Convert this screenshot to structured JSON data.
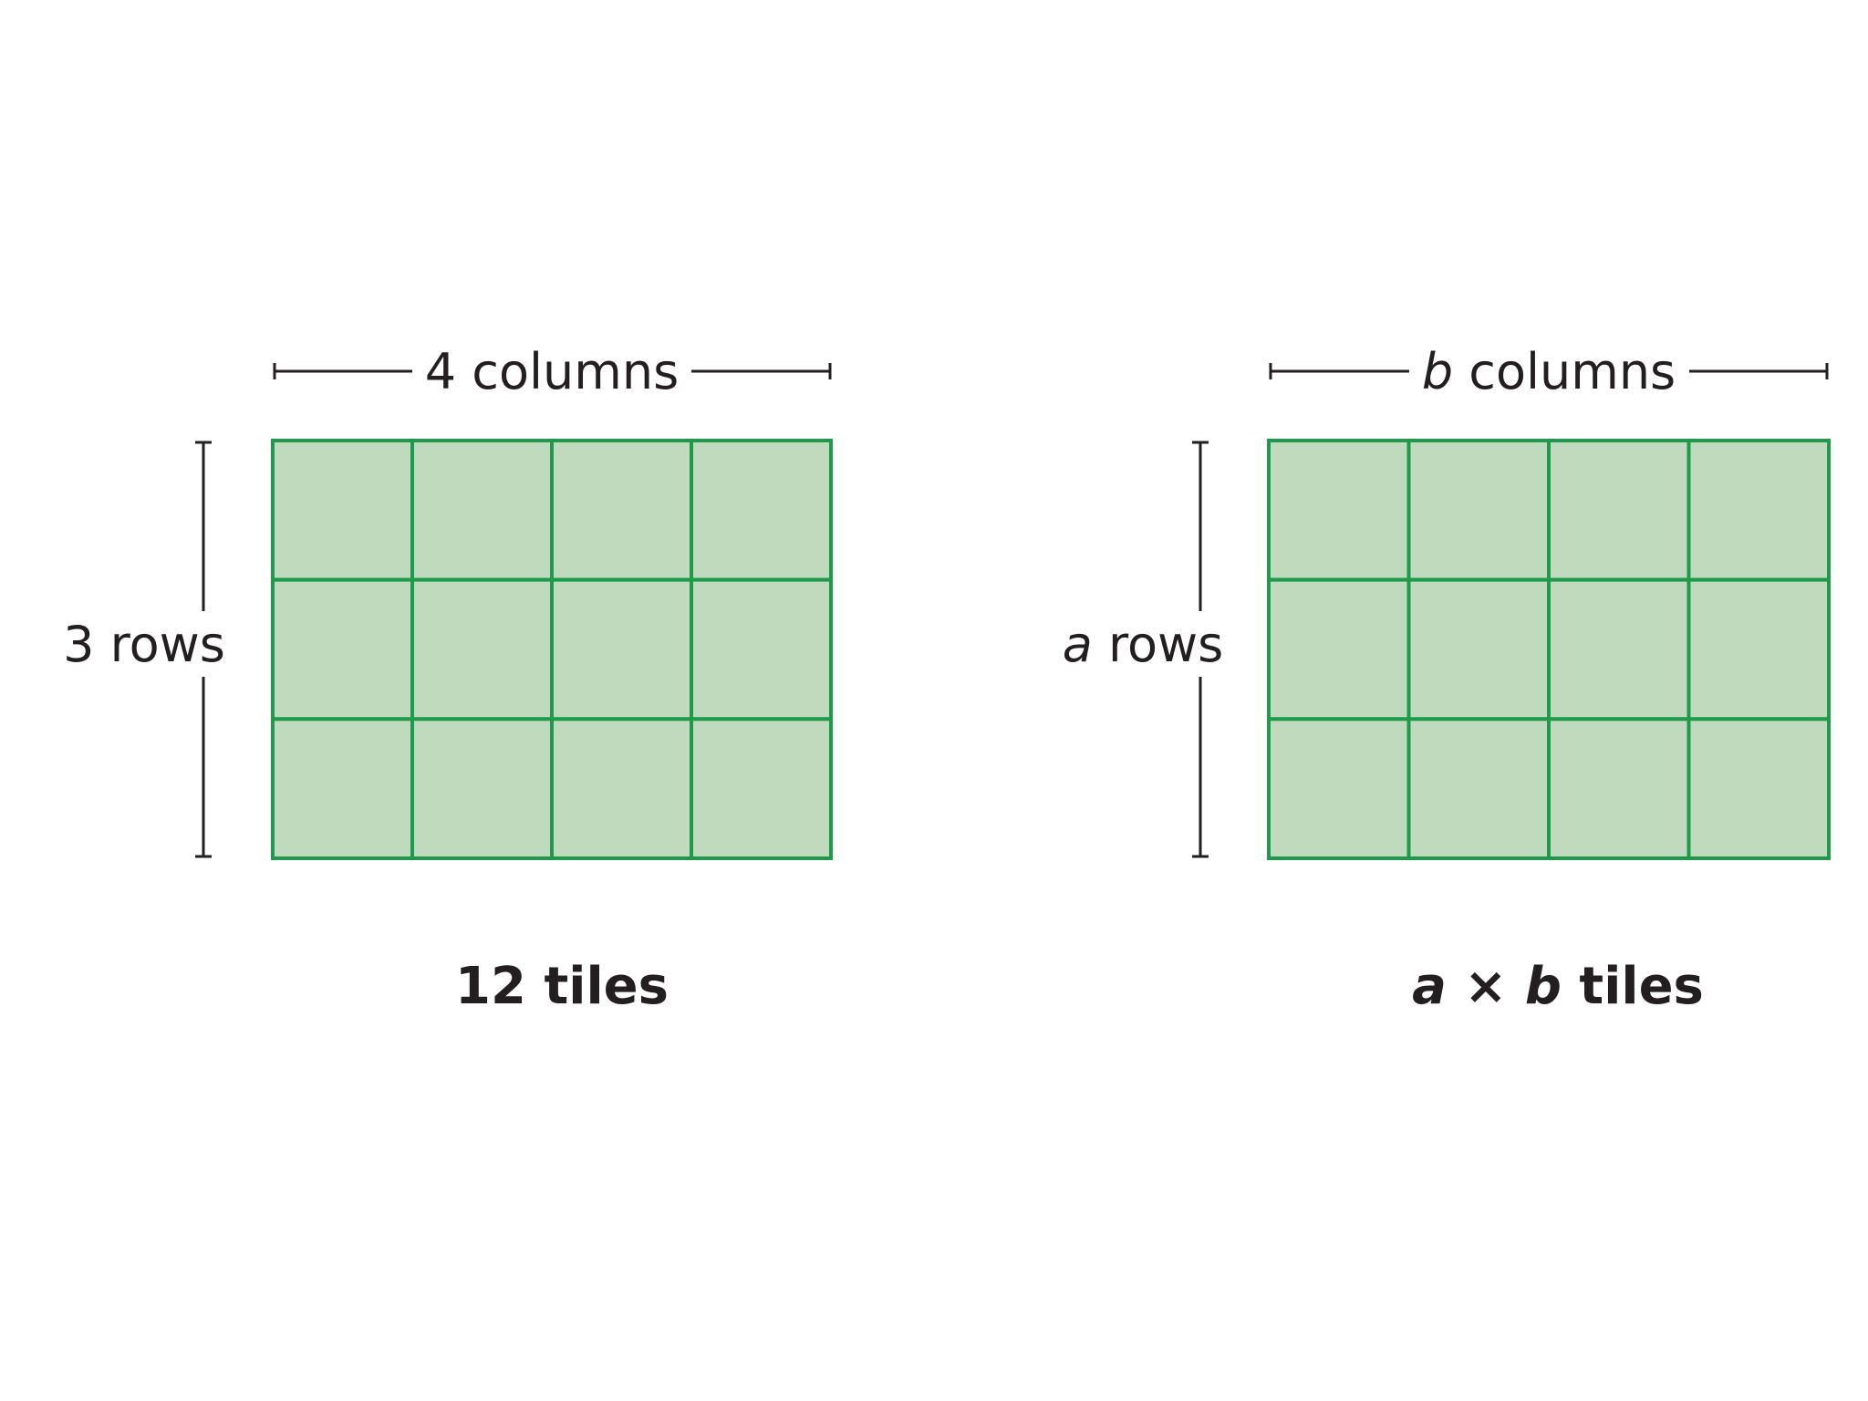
{
  "colors": {
    "tile_fill": "#bfdabd",
    "tile_stroke": "#1f9a4a",
    "text": "#231f20"
  },
  "left": {
    "rows": 3,
    "columns": 4,
    "columns_label": "4 columns",
    "rows_label": "3 rows",
    "total_label": "12 tiles"
  },
  "right": {
    "rows": 3,
    "columns": 4,
    "columns_var": "b",
    "columns_word": " columns",
    "rows_var": "a",
    "rows_word": " rows",
    "total_var_a": "a",
    "total_times": " × ",
    "total_var_b": "b",
    "total_word": " tiles"
  }
}
